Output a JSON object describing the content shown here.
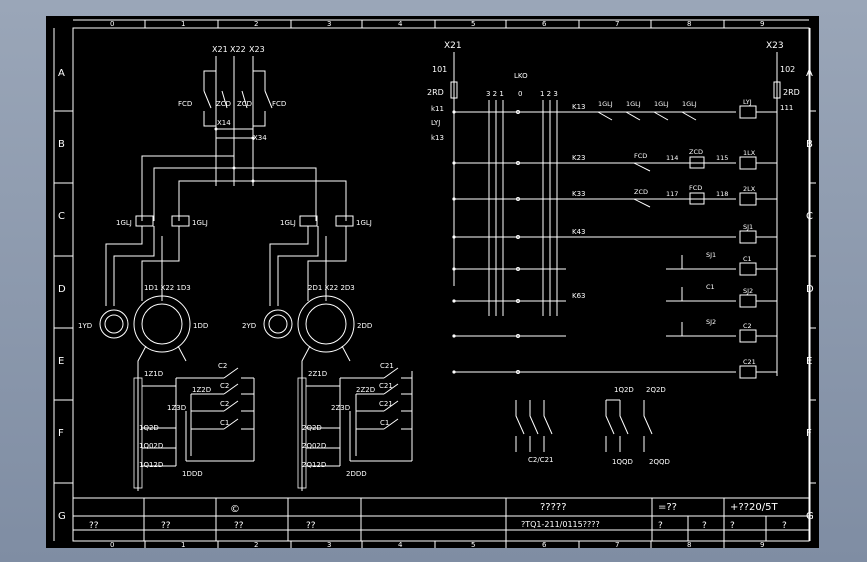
{
  "drawing": {
    "columns": [
      "0",
      "1",
      "2",
      "3",
      "4",
      "5",
      "6",
      "7",
      "8",
      "9"
    ],
    "rows": [
      "A",
      "B",
      "C",
      "D",
      "E",
      "F",
      "G"
    ]
  },
  "left_circuit": {
    "top_labels": [
      "X21",
      "X22",
      "X23"
    ],
    "fcd_left": "FCD",
    "zcd_a": "ZCD",
    "zcd_b": "ZCD",
    "fcd_right": "FCD",
    "x14": "X14",
    "x34": "X34",
    "relays": [
      "1GLJ",
      "1GLJ",
      "1GLJ",
      "1GLJ"
    ],
    "motor1_terms": "1D1 X22 1D3",
    "motor2_terms": "2D1 X22 2D3",
    "yd1": "1YD",
    "dd1": "1DD",
    "yd2": "2YD",
    "dd2": "2DD",
    "group1": [
      "1Z1D",
      "1Z2D",
      "1Z3D",
      "1Q2D",
      "1Q02D",
      "1Q12D"
    ],
    "group1_contacts": [
      "C2",
      "C2",
      "C2",
      "C1"
    ],
    "group1_bottom": "1DDD",
    "group2": [
      "2Z1D",
      "2Z2D",
      "2Z3D",
      "2Q2D",
      "2Q02D",
      "2Q12D"
    ],
    "group2_contacts": [
      "C21",
      "C21",
      "C21",
      "C1"
    ],
    "group2_bottom": "2DDD"
  },
  "right_circuit": {
    "x21": "X21",
    "x23": "X23",
    "n101": "101",
    "n102": "102",
    "rd2_left": "2RD",
    "rd2_right": "2RD",
    "k11": "k11",
    "lyj_left": "LYJ",
    "k13_left": "k13",
    "n111": "111",
    "sw_head_a": "3 2 1",
    "sw_head_b": "1 2 3",
    "lkd": "LKO",
    "zero": "0",
    "rungs": [
      {
        "label": "K13",
        "items": [
          "1GLJ",
          "1GLJ",
          "1GLJ",
          "1GLJ"
        ],
        "coil": "LYJ"
      },
      {
        "label": "K23",
        "items": [
          "FCD",
          "114",
          "ZCD",
          "115"
        ],
        "coil": "1LX"
      },
      {
        "label": "K33",
        "items": [
          "ZCD",
          "117",
          "FCD",
          "118"
        ],
        "coil": "2LX"
      },
      {
        "label": "K43",
        "items": [],
        "coil": "SJ1"
      },
      {
        "label": "",
        "items": [
          "SJ1"
        ],
        "coil": "C1"
      },
      {
        "label": "K63",
        "items": [
          "C1"
        ],
        "coil": "SJ2"
      },
      {
        "label": "",
        "items": [
          "SJ2"
        ],
        "coil": "C2"
      },
      {
        "label": "",
        "items": [],
        "coil": "C21"
      }
    ],
    "c2c21": "C2/C21",
    "q_labels": [
      "1Q2D",
      "2Q2D"
    ],
    "q_bottom": [
      "1QQD",
      "2QQD"
    ]
  },
  "title_block": {
    "copyright": "©",
    "cells_bottom": [
      "??",
      "??",
      "??",
      "??"
    ],
    "name": "?????",
    "number": "?TQ1-211/0115????",
    "scale": "=??",
    "sheet": "+??20/5T",
    "q1": "?",
    "q2": "?",
    "q3": "?",
    "q4": "?"
  }
}
